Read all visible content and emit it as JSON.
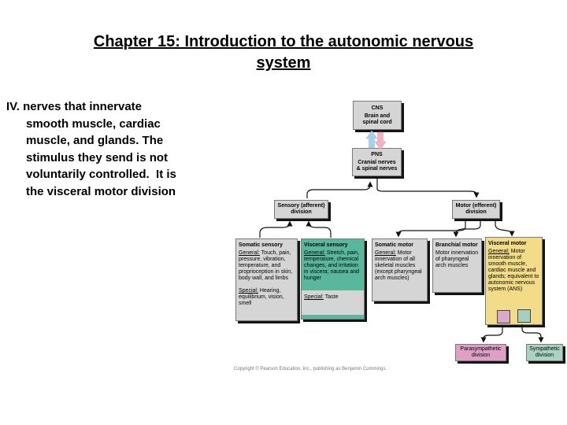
{
  "title": {
    "lines": [
      "Chapter 15: Introduction to the autonomic nervous",
      "system"
    ]
  },
  "body": {
    "lines": [
      "IV. nerves that innervate",
      "smooth muscle, cardiac",
      "muscle, and glands. The",
      "stimulus they send is not",
      "voluntarily controlled.  It is",
      "the visceral motor division"
    ]
  },
  "diagram": {
    "cns": {
      "title": "CNS",
      "lines": [
        "Brain and",
        "spinal cord"
      ]
    },
    "pns": {
      "title": "PNS",
      "lines": [
        "Cranial nerves",
        "& spinal nerves"
      ]
    },
    "icons": {
      "up_arrow": "ascending-afferent-arrow",
      "down_arrow": "descending-efferent-arrow"
    },
    "sensory_division": {
      "lines": [
        "Sensory (afferent)",
        "division"
      ]
    },
    "motor_division": {
      "lines": [
        "Motor (efferent)",
        "division"
      ]
    },
    "somatic_sensory": {
      "title": "Somatic sensory",
      "general_label": "General:",
      "general_text": " Touch, pain, pressure, vibration, temperature, and proprioception in skin, body wall, and limbs",
      "special_label": "Special:",
      "special_text": " Hearing, equilibrium, vision, smell"
    },
    "visceral_sensory": {
      "title": "Visceral sensory",
      "general_label": "General:",
      "general_text": " Stretch, pain, temperature, chemical changes, and irritation in viscera; nausea and hunger",
      "special_label": "Special:",
      "special_text": " Taste"
    },
    "somatic_motor": {
      "title": "Somatic motor",
      "general_label": "General:",
      "general_text": " Motor innervation of all skeletal muscles (except pharyngeal arch muscles)"
    },
    "branchial_motor": {
      "title": "Branchial motor",
      "text": "Motor innervation of pharyngeal arch muscles"
    },
    "visceral_motor": {
      "title": "Visceral motor",
      "general_label": "General:",
      "general_text": " Motor innervation of smooth muscle, cardiac muscle and glands; equivalent to autonomic nervous system (ANS)"
    },
    "parasympathetic": {
      "label": "Parasympathetic division"
    },
    "sympathetic": {
      "label": "Sympathetic division"
    },
    "copyright": "Copyright © Pearson Education, Inc., publishing as Benjamin Cummings."
  },
  "colors": {
    "box_gray": "#d5d5d5",
    "box_shadow": "#141414",
    "teal": "#58b79d",
    "teal_light": "#abd3c3",
    "yellow": "#f3dc88",
    "pink": "#dfa0c6",
    "square_pink": "#d9a9c9",
    "square_teal": "#a5cfc0",
    "arrow_blue": "#a6cfec",
    "arrow_pink": "#f4afc3"
  }
}
